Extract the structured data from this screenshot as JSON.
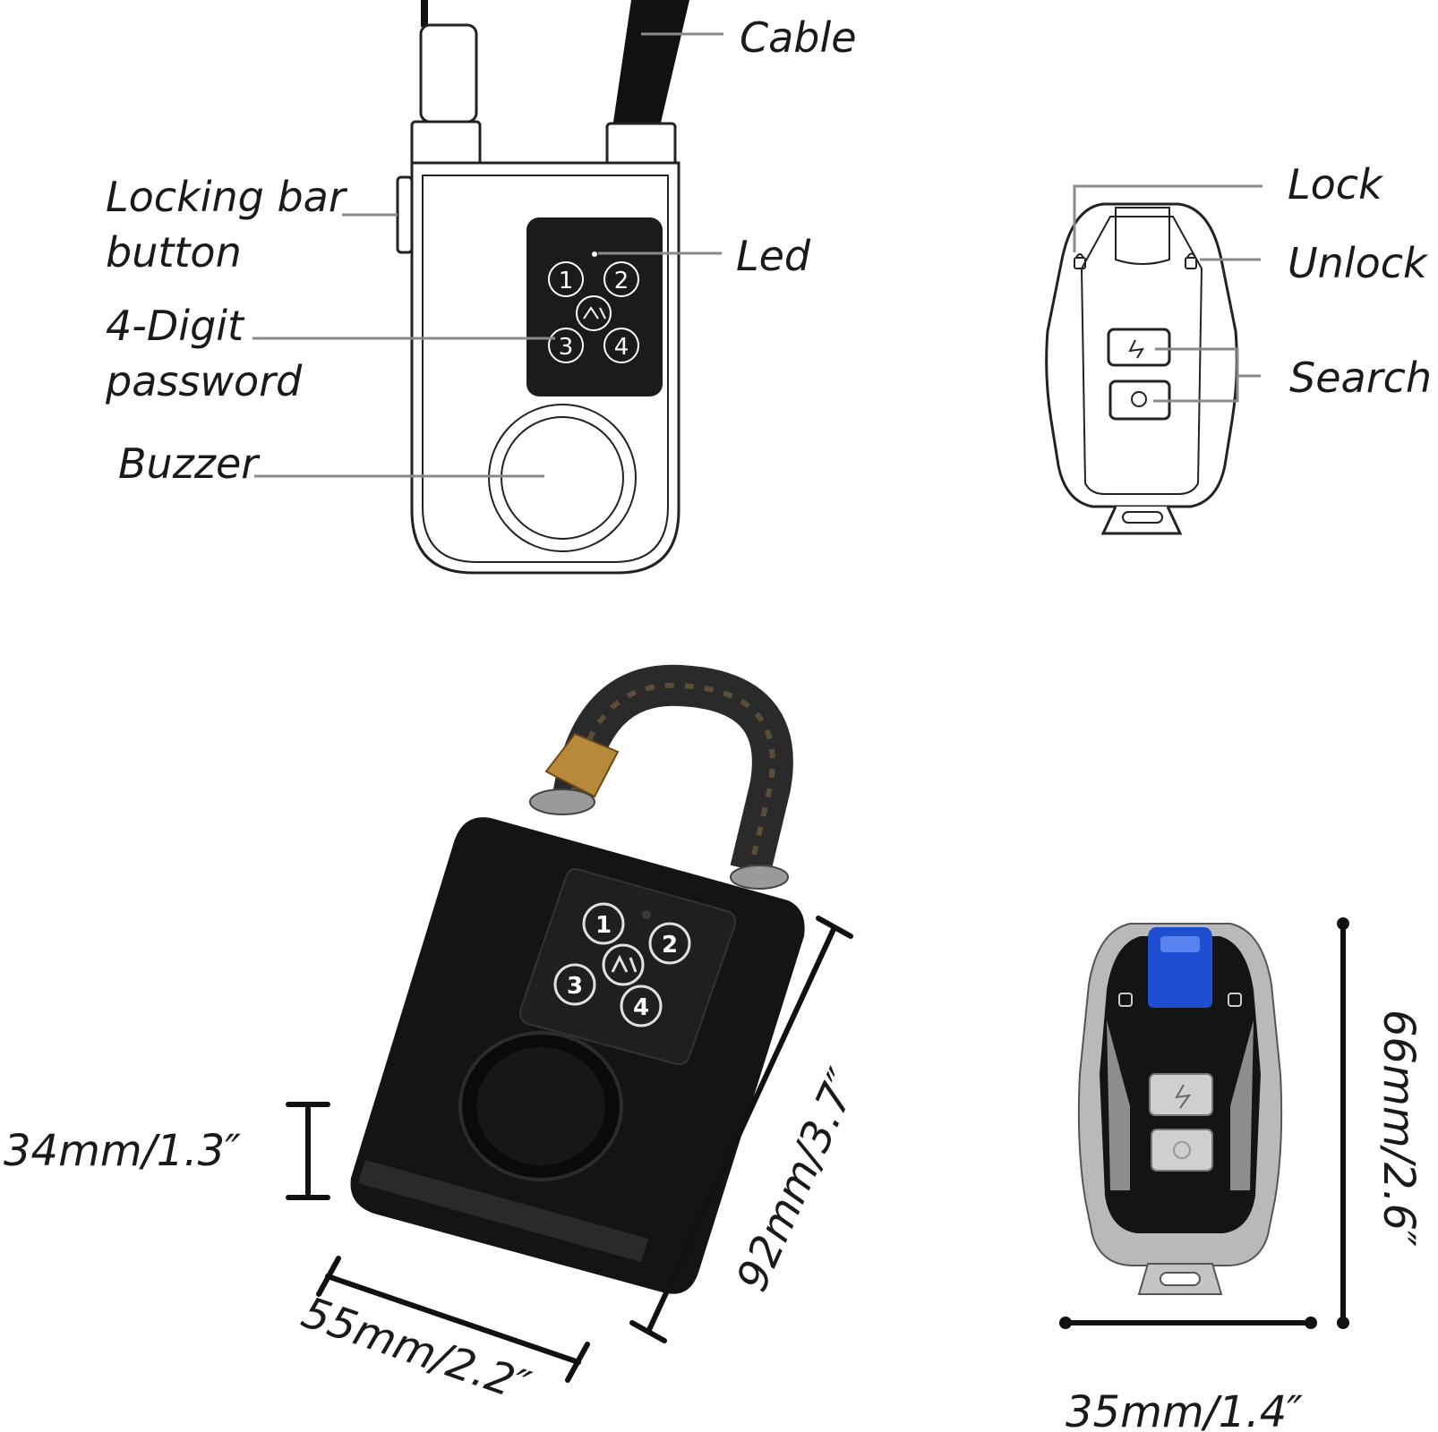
{
  "labels": {
    "cable": "Cable",
    "locking_bar_line1": "Locking bar",
    "locking_bar_line2": "button",
    "led": "Led",
    "digit_line1": "4-Digit",
    "digit_line2": "password",
    "buzzer": "Buzzer",
    "lock": "Lock",
    "unlock": "Unlock",
    "search": "Search"
  },
  "keypad": {
    "key1": "1",
    "key2": "2",
    "key3": "3",
    "key4": "4"
  },
  "dimensions": {
    "lock_height": "92mm/3.7″",
    "lock_width": "55mm/2.2″",
    "lock_depth": "34mm/1.3″",
    "remote_height": "66mm/2.6″",
    "remote_width": "35mm/1.4″"
  },
  "colors": {
    "remote_accent": "#1f4fd1",
    "lock_body": "#111111"
  }
}
